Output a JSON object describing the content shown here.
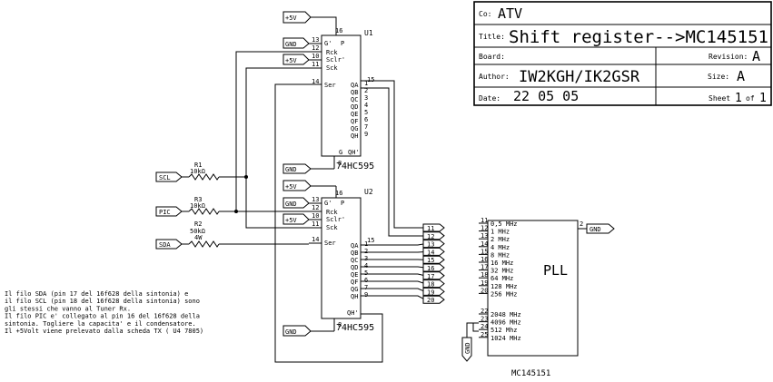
{
  "title_block": {
    "co_label": "Co:",
    "co_value": "ATV",
    "title_label": "Title:",
    "title_value": "Shift register-->MC145151",
    "board_label": "Board:",
    "board_value": "",
    "revision_label": "Revision:",
    "revision_value": "A",
    "author_label": "Author:",
    "author_value": "IW2KGH/IK2GSR",
    "size_label": "Size:",
    "size_value": "A",
    "date_label": "Date:",
    "date_value": "22 05 05",
    "sheet_label": "Sheet",
    "sheet_value": "1",
    "sheet_of": "of",
    "sheet_total": "1"
  },
  "ports": {
    "plus5v": "+5V",
    "gnd": "GND",
    "scl": "SCL",
    "pic": "PIC",
    "sda": "SDA"
  },
  "u1": {
    "ref": "U1",
    "part": "74HC595",
    "pin_g": "G'",
    "pin_p": "P",
    "pin_rck": "Rck",
    "pin_sclr": "Sclr'",
    "pin_sck": "Sck",
    "pin_ser": "Ser",
    "outputs": [
      "QA",
      "QB",
      "QC",
      "QD",
      "QE",
      "QF",
      "QG",
      "QH"
    ],
    "pin_g2": "G",
    "pin_qh2": "QH'",
    "pins_left": [
      "13",
      "12",
      "10",
      "11",
      "14"
    ],
    "pin_16": "16",
    "pin_8": "8",
    "pins_right": [
      "15",
      "1",
      "2",
      "3",
      "4",
      "5",
      "6",
      "7",
      "9"
    ]
  },
  "u2": {
    "ref": "U2",
    "part": "74HC595",
    "pin_g": "G'",
    "pin_p": "P",
    "pin_rck": "Rck",
    "pin_sclr": "Sclr'",
    "pin_sck": "Sck",
    "pin_ser": "Ser",
    "outputs": [
      "QA",
      "QB",
      "QC",
      "QD",
      "QE",
      "QF",
      "QG",
      "QH"
    ],
    "pin_qh2": "QH'",
    "pins_left": [
      "13",
      "12",
      "10",
      "11",
      "14"
    ],
    "pin_16": "16",
    "pin_8": "8",
    "pins_right": [
      "15",
      "1",
      "2",
      "3",
      "4",
      "5",
      "6",
      "7",
      "9"
    ]
  },
  "resistors": [
    {
      "ref": "R1",
      "value": "10kΩ"
    },
    {
      "ref": "R3",
      "value": "10kΩ"
    },
    {
      "ref": "R2",
      "value": "50kΩ",
      "power": "4W"
    }
  ],
  "pll": {
    "label": "PLL",
    "part": "MC145151",
    "pins": [
      {
        "num": "11",
        "label": "0,5 MHz"
      },
      {
        "num": "12",
        "label": "1 MHz"
      },
      {
        "num": "13",
        "label": "2 MHz"
      },
      {
        "num": "14",
        "label": "4 MHz"
      },
      {
        "num": "15",
        "label": "8 MHz"
      },
      {
        "num": "16",
        "label": "16 MHz"
      },
      {
        "num": "17",
        "label": "32 MHz"
      },
      {
        "num": "18",
        "label": "64 MHz"
      },
      {
        "num": "19",
        "label": "128 MHz"
      },
      {
        "num": "20",
        "label": "256 MHz"
      },
      {
        "num": "22",
        "label": "2048 MHz"
      },
      {
        "num": "23",
        "label": "4096 MHz"
      },
      {
        "num": "24",
        "label": "512 Mhz"
      },
      {
        "num": "25",
        "label": "1024 MHz"
      }
    ],
    "pin_gnd_num": "2",
    "connectors": [
      "11",
      "12",
      "13",
      "14",
      "15",
      "16",
      "17",
      "18",
      "19",
      "20"
    ]
  },
  "note_lines": [
    "Il filo SDA (pin 17 del 16f628 della sintonia) e",
    "il filo SCL (pin 18 del 16f628 della sintonia) sono",
    "gli stessi che vanno al Tuner Rx.",
    "Il filo PIC e' collegato al pin 16 del 16f628 della",
    "sintonia. Togliere la capacita' e il condensatore.",
    "Il +5Volt viene prelevato dalla scheda TX ( U4 7805)"
  ]
}
